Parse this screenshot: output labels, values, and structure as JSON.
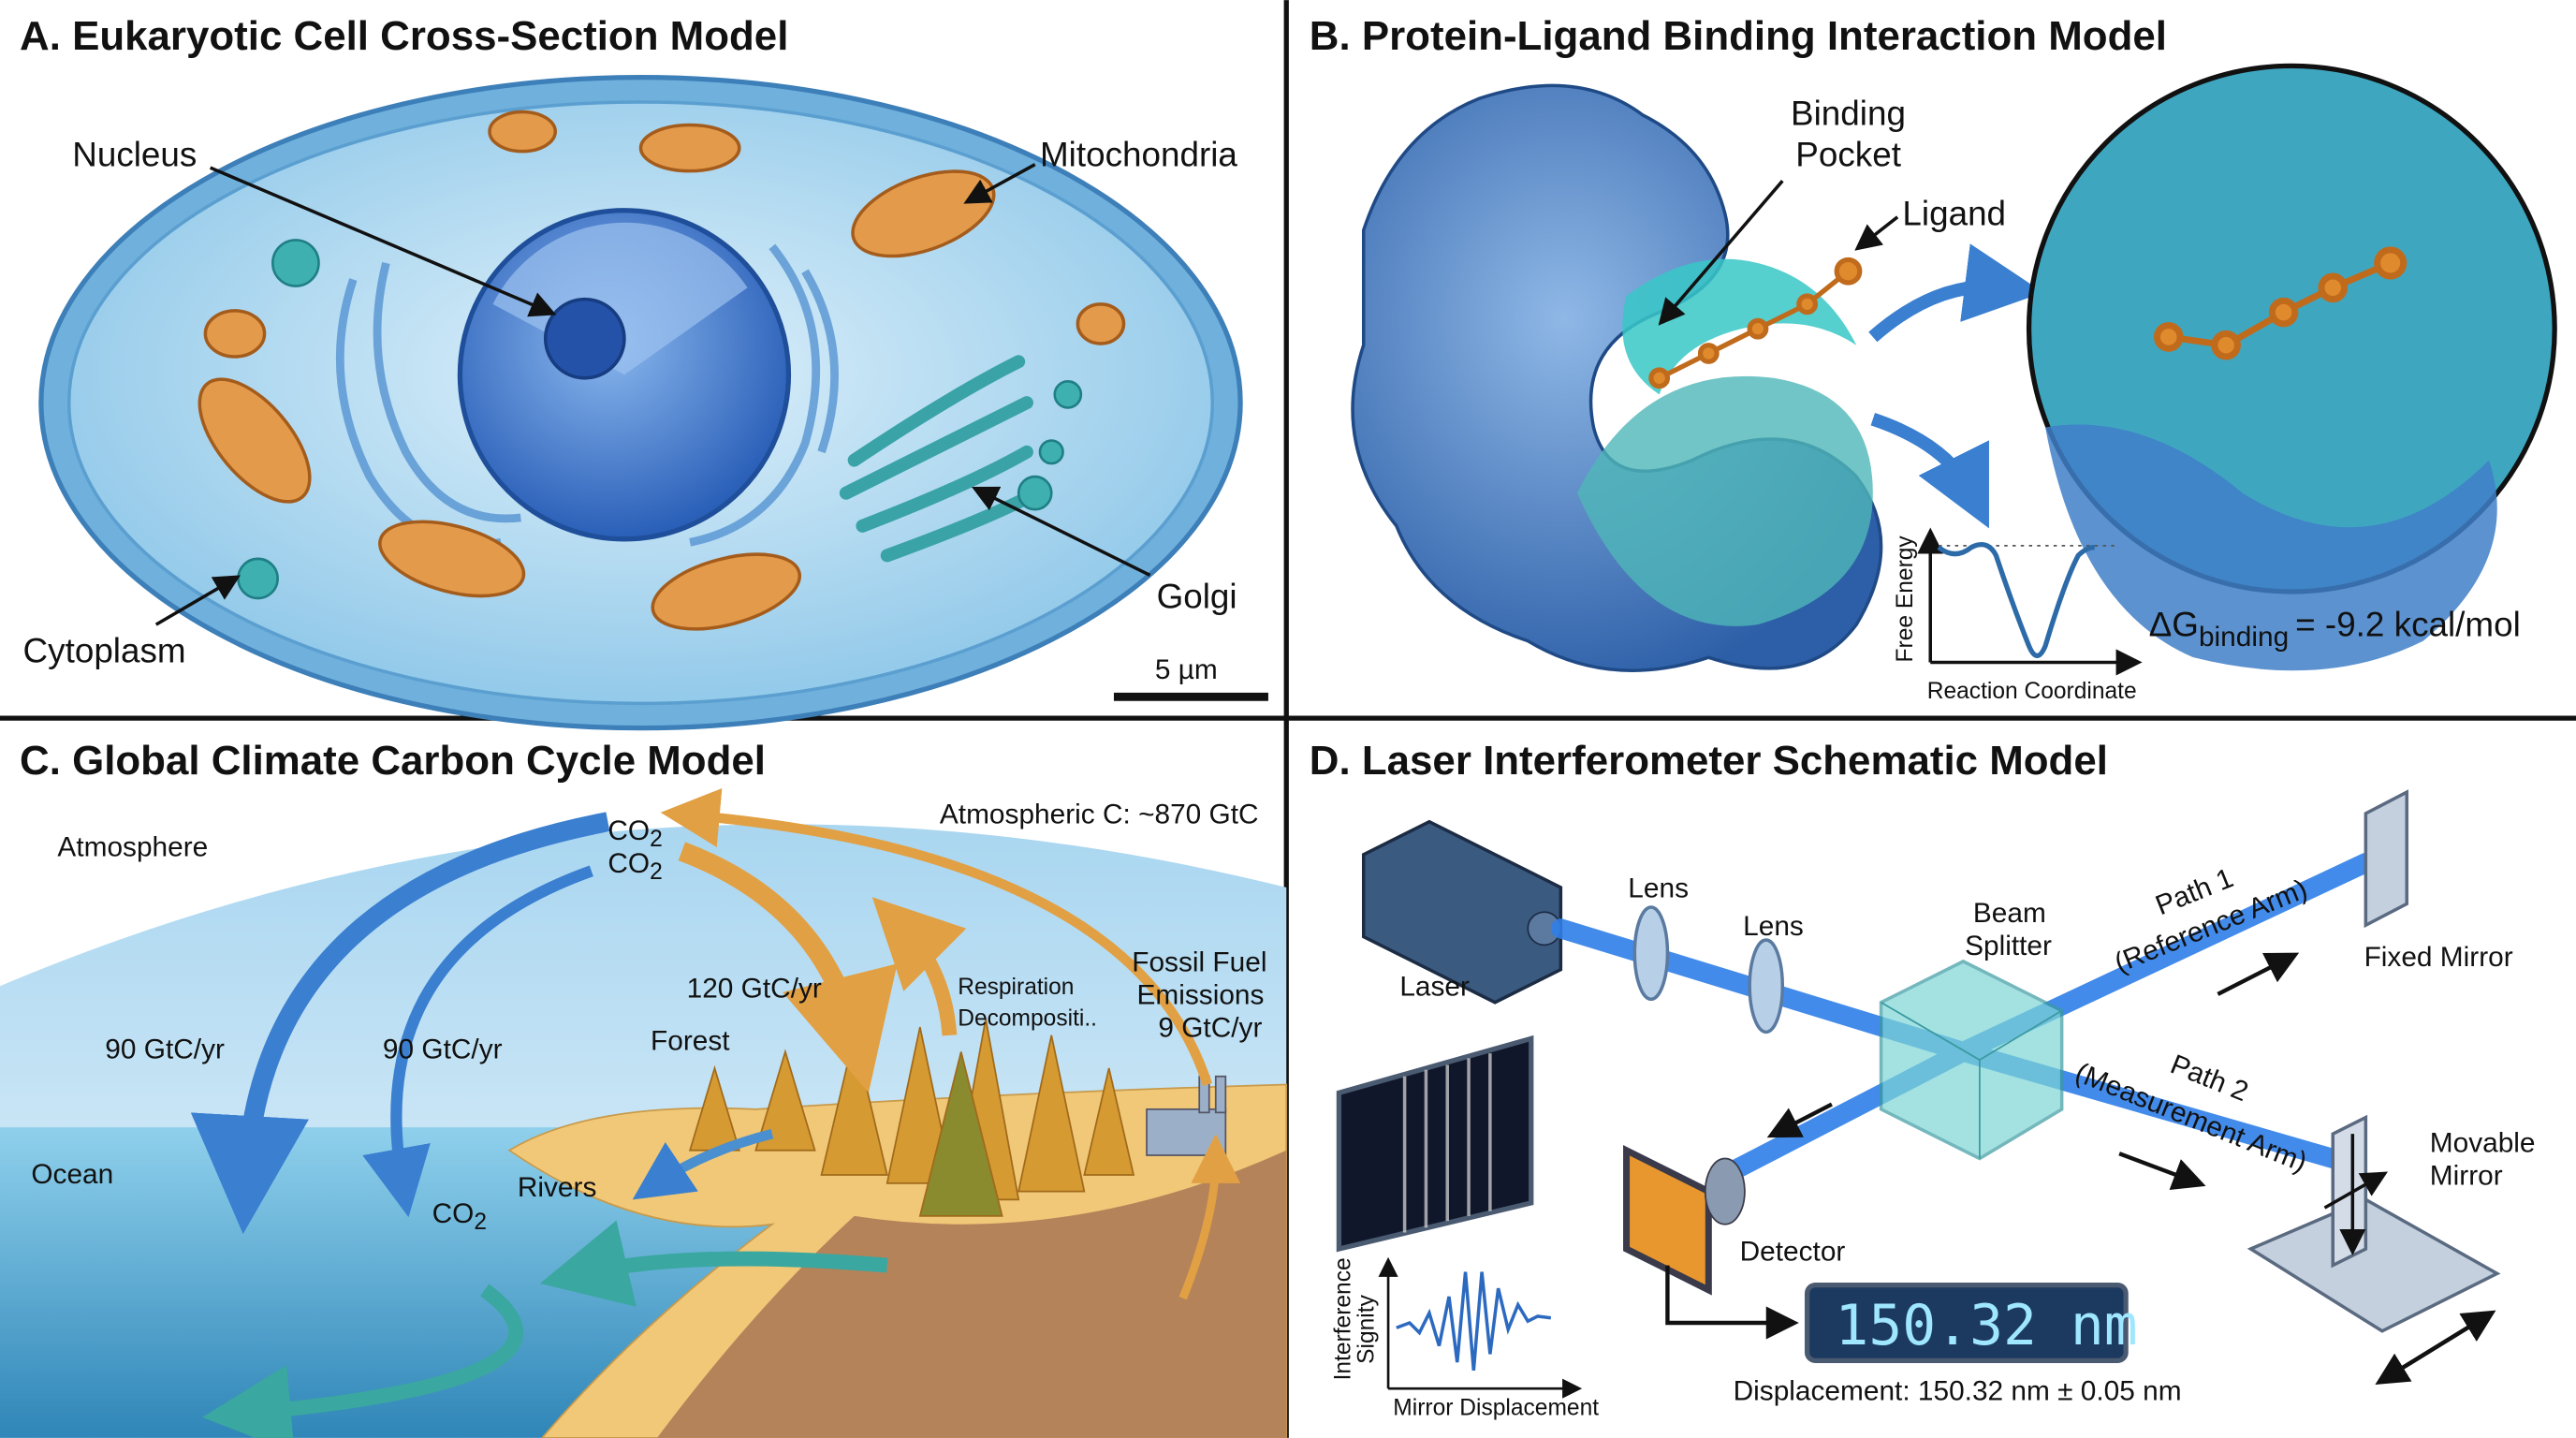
{
  "panels": {
    "a": {
      "title": "A. Eukaryotic Cell Cross-Section Model",
      "labels": {
        "nucleus": "Nucleus",
        "mitochondria": "Mitochondria",
        "cytoplasm": "Cytoplasm",
        "golgi": "Golgi"
      },
      "scale_bar": "5 µm"
    },
    "b": {
      "title": "B. Protein-Ligand Binding Interaction Model",
      "labels": {
        "pocket_line1": "Binding",
        "pocket_line2": "Pocket",
        "ligand": "Ligand"
      },
      "energy_plot": {
        "ylabel": "Free Energy",
        "xlabel": "Reaction Coordinate"
      },
      "delta_g": {
        "symbol": "ΔG",
        "subscript": "binding",
        "value": "= -9.2 kcal/mol"
      }
    },
    "c": {
      "title": "C. Global Climate Carbon Cycle Model",
      "atmospheric_c": "Atmospheric C: ~870 GtC",
      "labels": {
        "atmosphere": "Atmosphere",
        "ocean": "Ocean",
        "forest": "Forest",
        "rivers": "Rivers",
        "co2": "CO",
        "co2_sub": "2",
        "flux_left": "90 GtC/yr",
        "flux_mid": "90 GtC/yr",
        "flux_forest": "120 GtC/yr",
        "resp1": "Respiration",
        "resp2": "Decompositi..",
        "fossil1": "Fossil Fuel",
        "fossil2": "Emissions",
        "fossil3": "9 GtC/yr"
      }
    },
    "d": {
      "title": "D. Laser Interferometer Schematic Model",
      "labels": {
        "laser": "Laser",
        "lens1": "Lens",
        "lens2": "Lens",
        "bs1": "Beam",
        "bs2": "Splitter",
        "path1a": "Path 1",
        "path1b": "(Reference Arm)",
        "fixed_mirror": "Fixed Mirror",
        "path2a": "Path 2",
        "path2b": "(Measurement Arm)",
        "movable1": "Movable",
        "movable2": "Mirror",
        "detector": "Detector"
      },
      "readout": "150.32 nm",
      "displacement": "Displacement: 150.32 nm ± 0.05 nm",
      "signal_plot": {
        "ylabel1": "Interference",
        "ylabel2": "Signity",
        "xlabel": "Mirror Displacement"
      }
    }
  },
  "colors": {
    "cell_blue": "#9fd0ee",
    "nucleus": "#2f6fc4",
    "mito": "#e39a4a",
    "golgi": "#3aa3a8",
    "protein": "#4a86c8",
    "pocket": "#38c7c7",
    "ligand": "#e08a2e",
    "beam": "#2f7fe8",
    "orange_arrow": "#e2a044",
    "blue_arrow": "#3a7fd0"
  }
}
